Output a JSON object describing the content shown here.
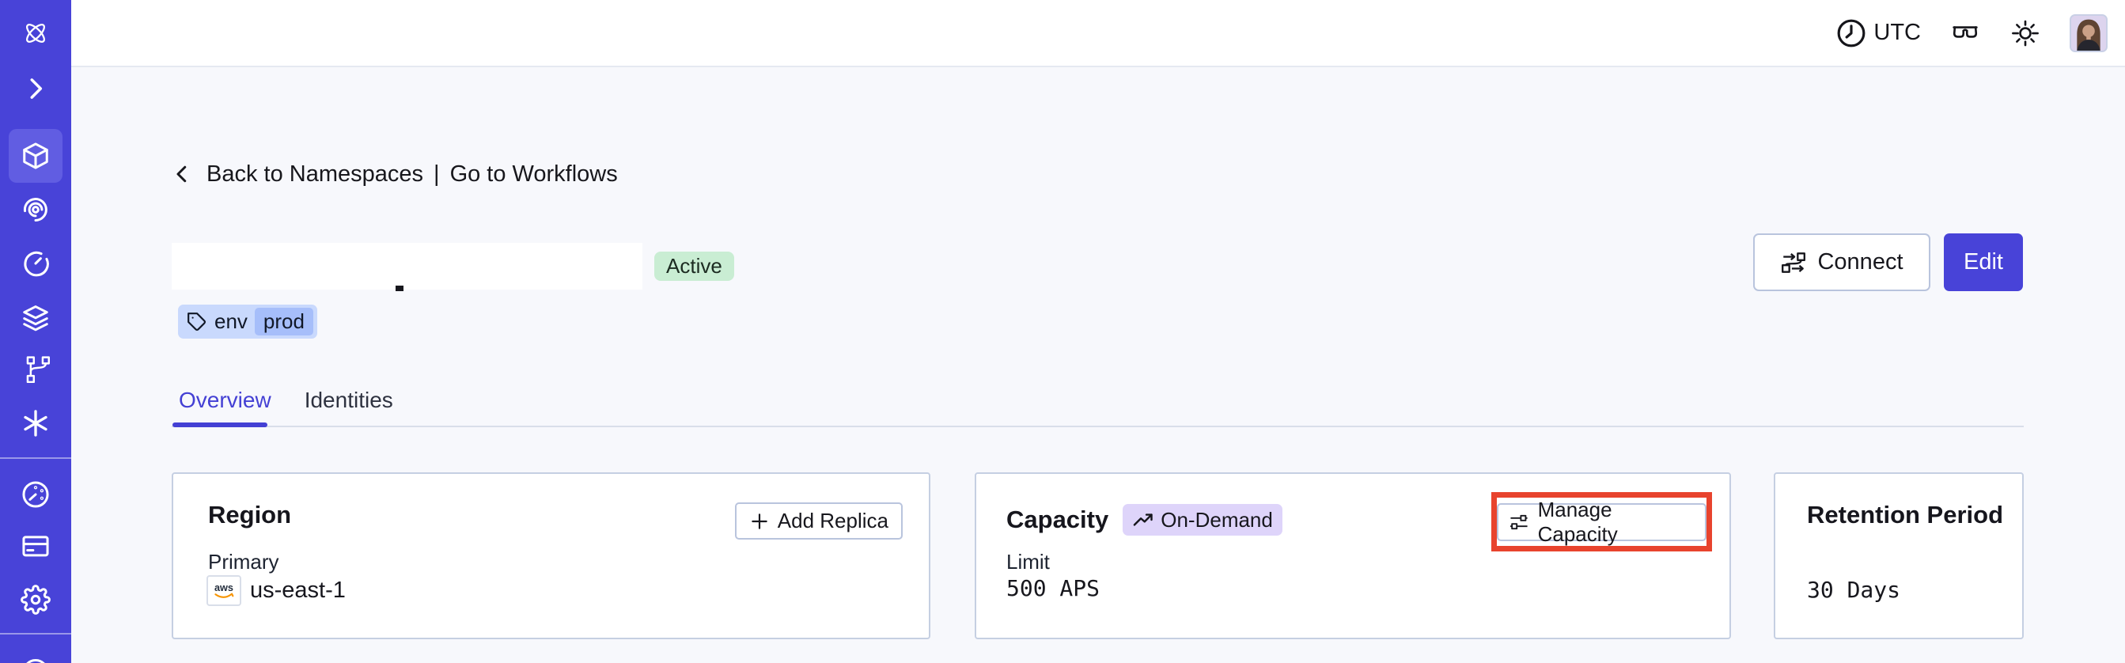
{
  "topbar": {
    "timezone": "UTC",
    "icons": [
      "clock-icon",
      "glasses-icon",
      "sun-icon",
      "avatar"
    ]
  },
  "sidebar": {
    "icons": [
      "temporal-logo",
      "chevron-right",
      "cube",
      "spiral",
      "timer",
      "layers",
      "branch",
      "asterisk",
      "gauge",
      "credit-card",
      "gear",
      "globe-partial"
    ],
    "active_icon": "cube"
  },
  "breadcrumb": {
    "back_label": "Back to Namespaces",
    "separator": "|",
    "forward_label": "Go to Workflows"
  },
  "namespace": {
    "status": "Active",
    "tag_key": "env",
    "tag_value": "prod"
  },
  "actions": {
    "connect_label": "Connect",
    "edit_label": "Edit"
  },
  "tabs": {
    "items": [
      {
        "label": "Overview"
      },
      {
        "label": "Identities"
      }
    ],
    "active": "Overview"
  },
  "cards": {
    "region": {
      "title": "Region",
      "button_label": "Add Replica",
      "label": "Primary",
      "provider": "aws",
      "value": "us-east-1"
    },
    "capacity": {
      "title": "Capacity",
      "badge": "On-Demand",
      "button_label": "Manage Capacity",
      "label": "Limit",
      "value": "500 APS",
      "highlighted": true
    },
    "retention": {
      "title": "Retention Period",
      "value": "30 Days"
    }
  },
  "colors": {
    "sidebar_indigo": "#4843d8",
    "sidebar_active": "#615de2",
    "accent_indigo": "#4440d4",
    "active_badge_bg": "#c9edd3",
    "tag_bg": "#c9d9fd",
    "tag_inner_bg": "#a6befa",
    "ondemand_bg": "#ded4fa",
    "highlight_red": "#e8432d",
    "card_border": "#c5cfe2",
    "page_bg": "#f7f8fc"
  }
}
